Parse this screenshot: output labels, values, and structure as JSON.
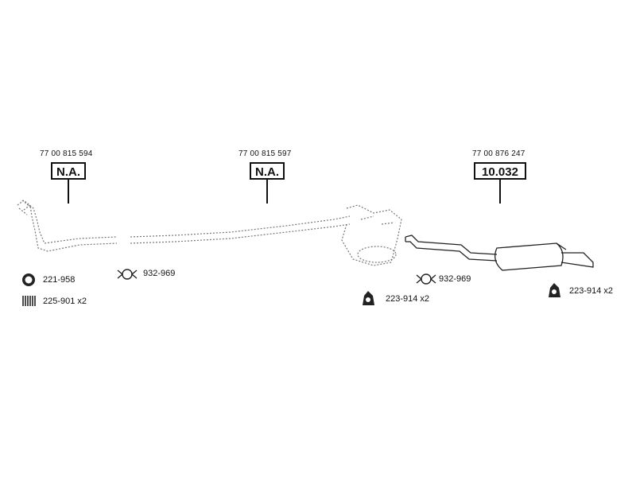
{
  "sections": [
    {
      "oem": "77 00 815 594",
      "box": "N.A."
    },
    {
      "oem": "77 00 815 597",
      "box": "N.A."
    },
    {
      "oem": "77 00 876 247",
      "box": "10.032"
    }
  ],
  "accessories": [
    {
      "label": "221-958",
      "icon": "ring-gasket-icon"
    },
    {
      "label": "225-901 x2",
      "icon": "spring-icon"
    },
    {
      "label": "932-969",
      "icon": "clamp-icon"
    },
    {
      "label": "223-914 x2",
      "icon": "rubber-mount-icon"
    },
    {
      "label": "932-969",
      "icon": "clamp-icon"
    },
    {
      "label": "223-914 x2",
      "icon": "rubber-mount-icon"
    }
  ]
}
